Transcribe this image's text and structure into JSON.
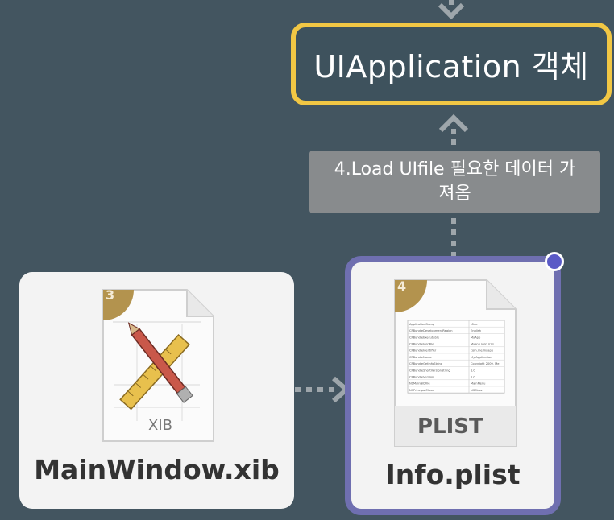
{
  "nodes": {
    "uiapplication": {
      "label": "UIApplication 객체"
    },
    "mainwindow": {
      "label": "MainWindow.xib",
      "icon_text": "XIB"
    },
    "infoplist": {
      "label": "Info.plist",
      "icon_text": "PLIST",
      "table_rows": [
        [
          "ApplicationGroup",
          "Mine"
        ],
        [
          "CFBundleDevelopmentRegion",
          "English"
        ],
        [
          "CFBundleExecutable",
          "MyApp"
        ],
        [
          "CFBundleIconFile",
          "Myapp.icon.icns"
        ],
        [
          "CFBundleIdentifier",
          "com.me.myapp"
        ],
        [
          "CFBundleName",
          "My Application"
        ],
        [
          "CFBundleGetInfoString",
          "Copyright 2009, Me"
        ],
        [
          "CFBundleShortVersionString",
          "1.0"
        ],
        [
          "CFBundleVersion",
          "1.0"
        ],
        [
          "NSMainNibFile",
          "MainMenu"
        ],
        [
          "NSPrincipalClass",
          "NSClass"
        ]
      ]
    }
  },
  "edges": {
    "load_note": {
      "line1": "4.Load UIfile 필요한 데이터 가",
      "line2": "져옴"
    }
  },
  "colors": {
    "background": "#435560",
    "app_border": "#f2c744",
    "selection": "#6f6fb0",
    "note_bg": "#888b8d",
    "badge": "#b3934e"
  },
  "icons": [
    "xib-document-icon",
    "plist-document-icon",
    "badge-icon",
    "selection-handle-icon"
  ]
}
